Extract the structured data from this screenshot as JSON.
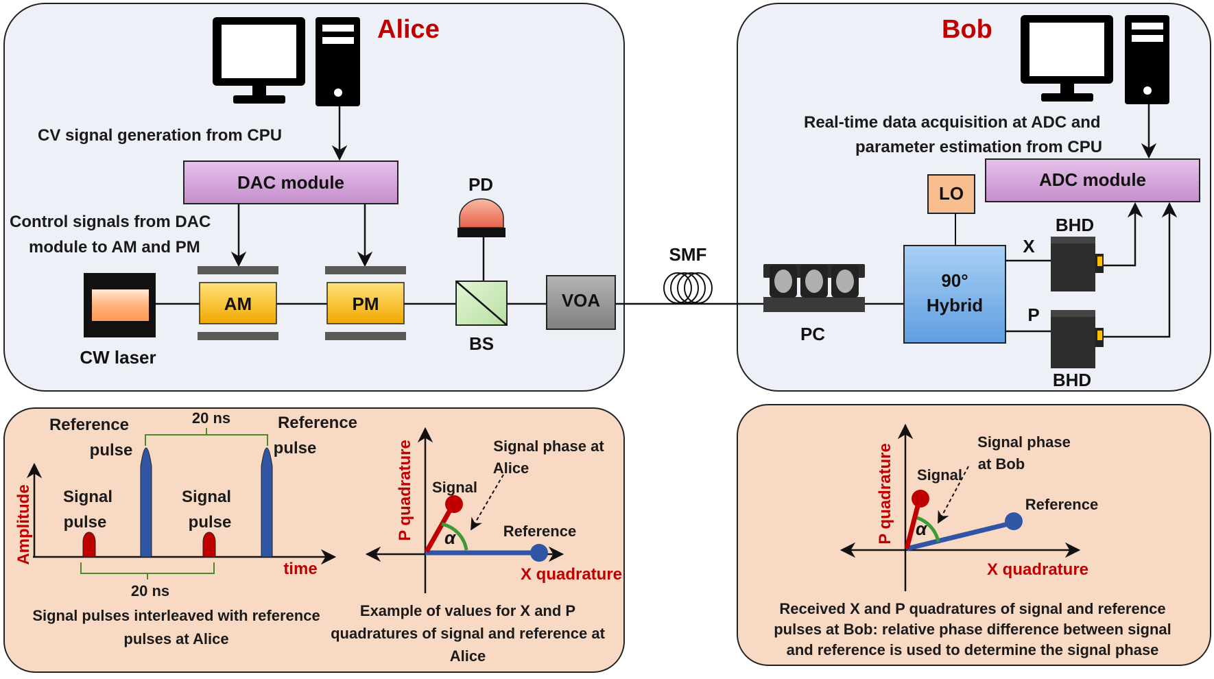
{
  "alice": {
    "title": "Alice",
    "cpu_caption": "CV signal generation from CPU",
    "dac": "DAC module",
    "control_caption_1": "Control signals from DAC",
    "control_caption_2": "module to AM and PM",
    "laser": "CW laser",
    "am": "AM",
    "pm": "PM",
    "pd": "PD",
    "bs": "BS",
    "voa": "VOA"
  },
  "link": {
    "smf": "SMF"
  },
  "bob": {
    "title": "Bob",
    "caption_1": "Real-time data acquisition  at ADC and",
    "caption_2": "parameter estimation from CPU",
    "adc": "ADC module",
    "lo": "LO",
    "hybrid_1": "90°",
    "hybrid_2": "Hybrid",
    "pc": "PC",
    "x": "X",
    "p": "P",
    "bhd_top": "BHD",
    "bhd_bottom": "BHD"
  },
  "pulses": {
    "ref_left_1": "Reference",
    "ref_left_2": "pulse",
    "ref_right_1": "Reference",
    "ref_right_2": "pulse",
    "spacing_top": "20 ns",
    "spacing_bottom": "20 ns",
    "sig_left_1": "Signal",
    "sig_left_2": "pulse",
    "sig_right_1": "Signal",
    "sig_right_2": "pulse",
    "y_axis": "Amplitude",
    "x_axis": "time",
    "caption_1": "Signal pulses interleaved with reference",
    "caption_2": "pulses at Alice"
  },
  "alice_phase": {
    "y_axis": "P quadrature",
    "x_axis": "X quadrature",
    "signal": "Signal",
    "reference": "Reference",
    "phase_1": "Signal phase at",
    "phase_2": "Alice",
    "alpha": "α",
    "caption_1": "Example of values for X and P",
    "caption_2": "quadratures of signal and reference at",
    "caption_3": "Alice"
  },
  "bob_phase": {
    "y_axis": "P quadrature",
    "x_axis": "X quadrature",
    "signal": "Signal",
    "reference": "Reference",
    "phase_1": "Signal phase",
    "phase_2": "at Bob",
    "alpha": "α",
    "caption_1": "Received X and P quadratures  of signal and reference",
    "caption_2": "pulses at Bob: relative phase difference between signal",
    "caption_3": "and reference is used to determine the signal  phase"
  },
  "colors": {
    "panel_fill": "#eef0f7",
    "lower_fill": "#f8d9c4",
    "dac_fill": "#d9a6dd",
    "mod_fill": "#ffc000",
    "hybrid_fill": "#7db3e8",
    "signal_red": "#c00000",
    "reference_blue": "#2f55a4",
    "angle_green": "#3d9a35"
  }
}
